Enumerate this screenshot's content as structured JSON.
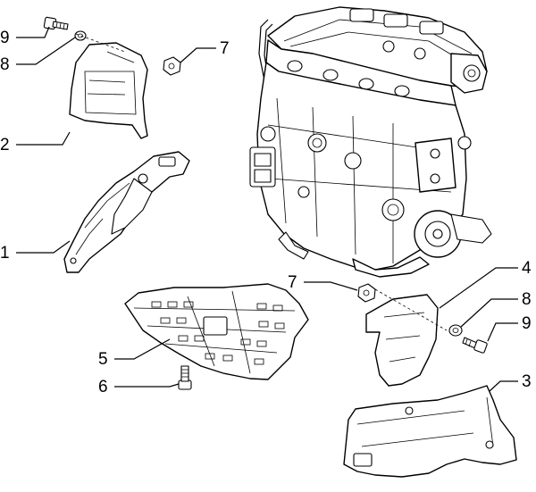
{
  "diagram": {
    "callouts": [
      {
        "id": "c9a",
        "text": "9"
      },
      {
        "id": "c8a",
        "text": "8"
      },
      {
        "id": "c7a",
        "text": "7"
      },
      {
        "id": "c2",
        "text": "2"
      },
      {
        "id": "c1",
        "text": "1"
      },
      {
        "id": "c5",
        "text": "5"
      },
      {
        "id": "c6",
        "text": "6"
      },
      {
        "id": "c7b",
        "text": "7"
      },
      {
        "id": "c4",
        "text": "4"
      },
      {
        "id": "c8b",
        "text": "8"
      },
      {
        "id": "c9b",
        "text": "9"
      },
      {
        "id": "c3",
        "text": "3"
      }
    ]
  }
}
